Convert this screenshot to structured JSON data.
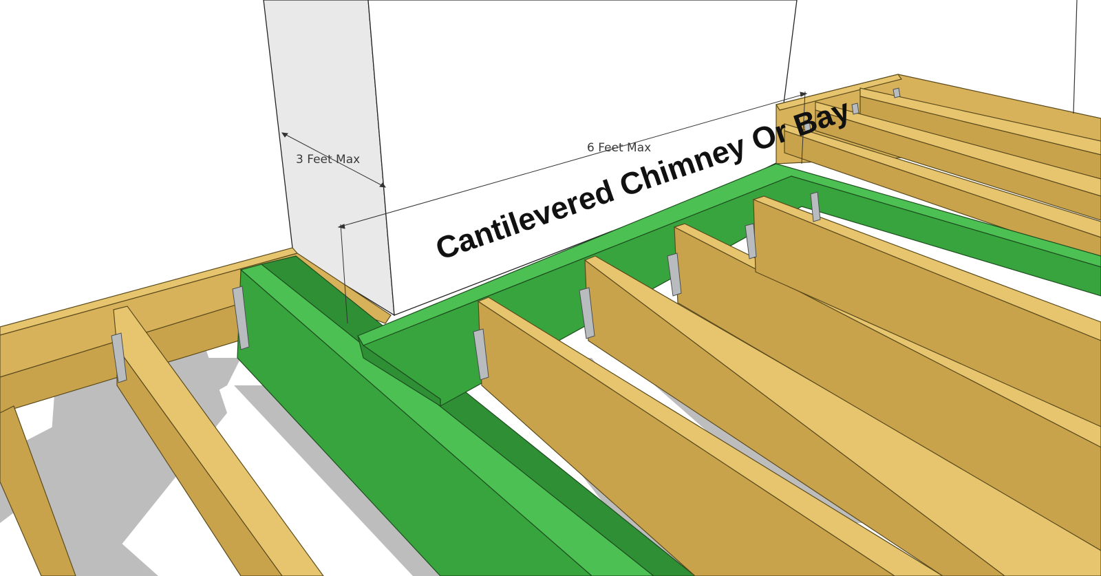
{
  "diagram": {
    "title": "Cantilevered Chimney Or Bay",
    "dimensions": {
      "side": "3 Feet Max",
      "width": "6 Feet Max"
    }
  },
  "colors": {
    "lumber": "#d8b25a",
    "lumber_top": "#e6c56e",
    "lumber_edge": "#b89540",
    "framing_green": "#38a43e",
    "green_top": "#4cc052",
    "hanger": "#b8bcbe",
    "shadow": "#bdbdbd",
    "cantilever_side": "#e9e9e9",
    "cantilever_front": "#ffffff"
  }
}
